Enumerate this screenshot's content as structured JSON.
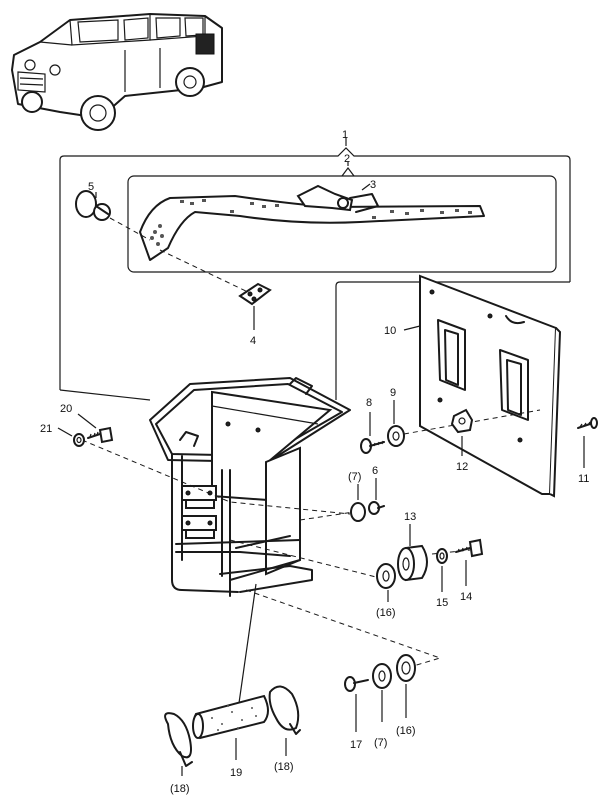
{
  "labels": [
    {
      "id": "1",
      "text": "1"
    },
    {
      "id": "2",
      "text": "2"
    },
    {
      "id": "3",
      "text": "3"
    },
    {
      "id": "4",
      "text": "4"
    },
    {
      "id": "5",
      "text": "5"
    },
    {
      "id": "6",
      "text": "6"
    },
    {
      "id": "7a",
      "text": "(7)"
    },
    {
      "id": "7b",
      "text": "(7)"
    },
    {
      "id": "8",
      "text": "8"
    },
    {
      "id": "9",
      "text": "9"
    },
    {
      "id": "10",
      "text": "10"
    },
    {
      "id": "11",
      "text": "11"
    },
    {
      "id": "12",
      "text": "12"
    },
    {
      "id": "13",
      "text": "13"
    },
    {
      "id": "14",
      "text": "14"
    },
    {
      "id": "15",
      "text": "15"
    },
    {
      "id": "16a",
      "text": "(16)"
    },
    {
      "id": "16b",
      "text": "(16)"
    },
    {
      "id": "17",
      "text": "17"
    },
    {
      "id": "18a",
      "text": "(18)"
    },
    {
      "id": "18b",
      "text": "(18)"
    },
    {
      "id": "19",
      "text": "19"
    },
    {
      "id": "20",
      "text": "20"
    },
    {
      "id": "21",
      "text": "21"
    }
  ]
}
